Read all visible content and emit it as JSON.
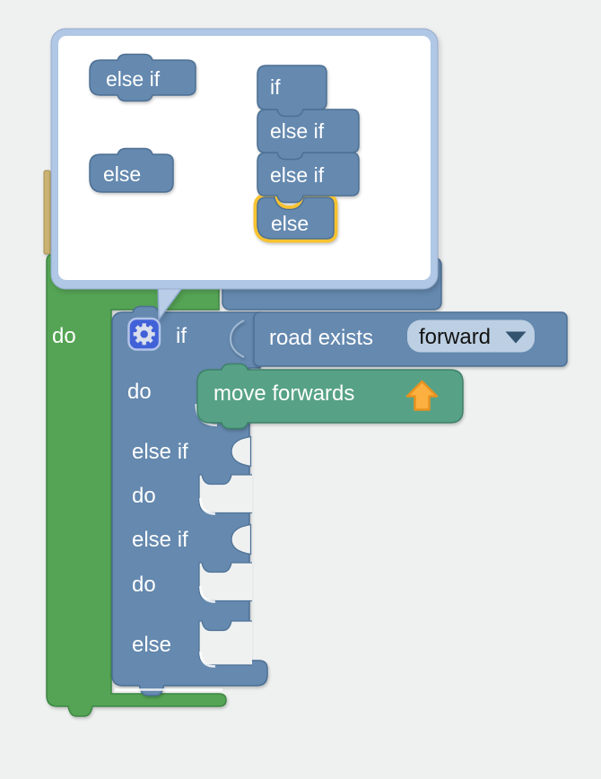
{
  "app": {
    "description": "Blockly workspace with if-block mutator bubble open",
    "background_color": "#eff1f1"
  },
  "mutator_dialog": {
    "flyout": {
      "blocks": [
        {
          "label": "else if"
        },
        {
          "label": "else"
        }
      ]
    },
    "stack": {
      "blocks": [
        {
          "label": "if"
        },
        {
          "label": "else if"
        },
        {
          "label": "else if"
        },
        {
          "label": "else"
        }
      ],
      "highlighted_block": "else",
      "highlight_color": "#f8c331"
    }
  },
  "program": {
    "repeat_block": {
      "do_label": "do",
      "color": "#55a455"
    },
    "if_block": {
      "if_label": "if",
      "do_labels": [
        "do",
        "do",
        "do"
      ],
      "else_if_labels": [
        "else if",
        "else if"
      ],
      "else_label": "else",
      "color": "#6589af"
    },
    "condition_block": {
      "label": "road exists",
      "dropdown": {
        "value": "forward"
      },
      "color": "#6589af"
    },
    "move_block": {
      "label": "move forwards",
      "color": "#57a287"
    },
    "partial_blocks": {
      "tan_color": "#c9b272",
      "blue_color": "#6589af"
    }
  },
  "icons": {
    "gear": "gear-icon",
    "dropdown_arrow": "triangle-down",
    "move_arrow": "arrow-up"
  },
  "colors": {
    "block_blue": "#6589af",
    "block_blue_edge": "#4d7094",
    "block_green": "#55a455",
    "block_green_edge": "#3c8743",
    "block_teal": "#57a287",
    "block_teal_edge": "#3e8169",
    "gear_button": "#4161d8",
    "dropdown_field": "#bccfe3",
    "bubble_border": "#b0c7e5",
    "highlight_gold": "#f8c331",
    "arrow_gold": "#fbb040",
    "tan_block": "#c9b272"
  }
}
